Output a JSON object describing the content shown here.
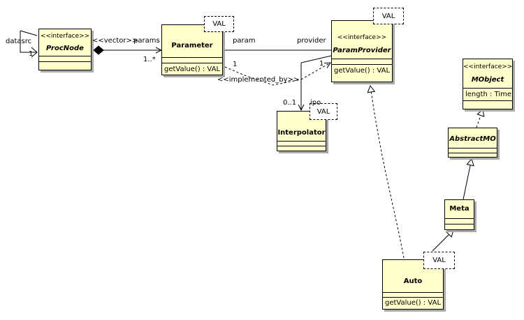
{
  "classes": {
    "procnode": {
      "stereotype": "<<interface>>",
      "name": "ProcNode"
    },
    "parameter": {
      "name": "Parameter",
      "template": "VAL",
      "op": "getValue() : VAL"
    },
    "paramprovider": {
      "stereotype": "<<interface>>",
      "name": "ParamProvider",
      "template": "VAL",
      "op": "getValue() : VAL"
    },
    "interpolator": {
      "name": "Interpolator",
      "template": "VAL"
    },
    "mobject": {
      "stereotype": "<<interface>>",
      "name": "MObject",
      "attr": "length : Time"
    },
    "abstractmo": {
      "name": "AbstractMO"
    },
    "meta": {
      "name": "Meta"
    },
    "auto": {
      "name": "Auto",
      "template": "VAL",
      "op": "getValue() : VAL"
    }
  },
  "labels": {
    "datasrc": "datasrc",
    "datasrc_mult": "1",
    "vector": "<<vector>>",
    "params": "params",
    "params_mult": "1..*",
    "param": "param",
    "provider": "provider",
    "param_mult": "1",
    "provider_mult": "1",
    "implemented_by": "<<implemented_by>>",
    "ipo": "ipo",
    "ipo_mult": "0..1"
  }
}
